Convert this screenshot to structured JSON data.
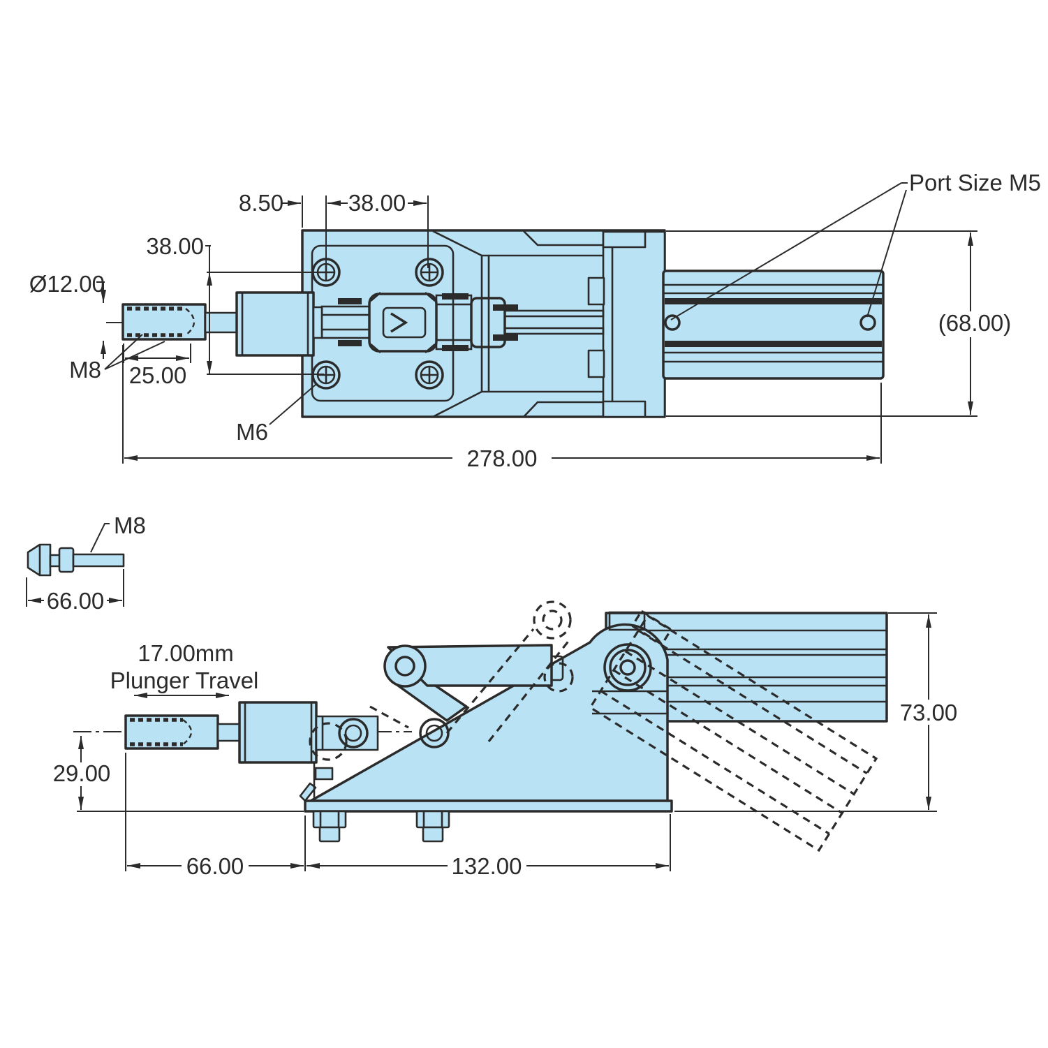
{
  "drawing_title": "Pneumatic toggle clamp dimension drawing",
  "colors": {
    "part_fill": "#b9e2f4",
    "line": "#2b2b2b",
    "background": "#ffffff"
  },
  "top_view": {
    "dim_edge_to_hole": "8.50",
    "dim_hole_spacing_h": "38.00",
    "dim_hole_spacing_v": "38.00",
    "dim_plunger_dia": "Ø12.00",
    "thread_label": "M8",
    "dim_thread_depth": "25.00",
    "mount_hole_label": "M6",
    "dim_overall_length": "278.00",
    "dim_overall_width": "(68.00)",
    "port_label": "Port Size M5"
  },
  "plunger_detail": {
    "thread_label": "M8",
    "dim_length": "66.00"
  },
  "side_view": {
    "travel_value": "17.00mm",
    "travel_caption": "Plunger Travel",
    "dim_base_height": "29.00",
    "dim_plunger_length": "66.00",
    "dim_body_length": "132.00",
    "dim_overall_height": "73.00"
  }
}
